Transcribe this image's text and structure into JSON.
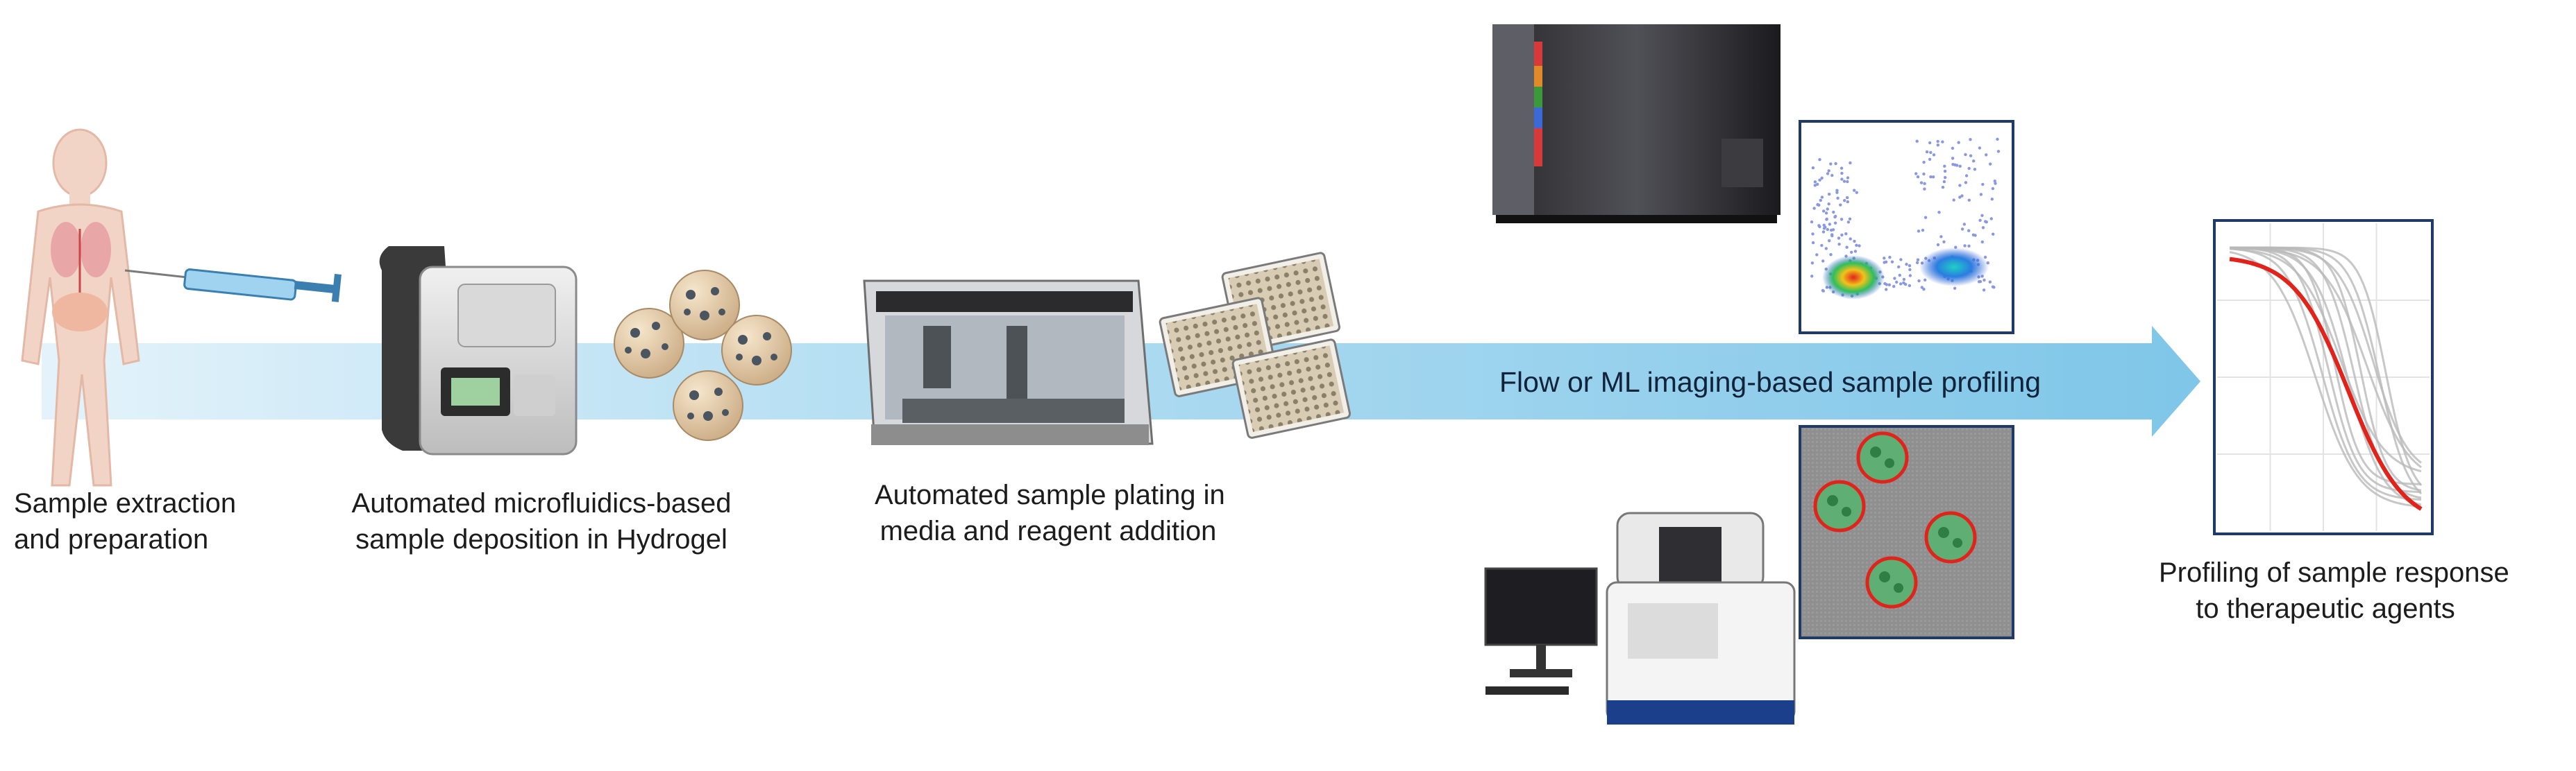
{
  "process_arrow": {
    "label": "Flow or ML imaging-based sample profiling"
  },
  "steps": [
    {
      "line1": "Sample extraction",
      "line2": "and preparation"
    },
    {
      "line1": "Automated microfluidics-based",
      "line2": "sample deposition in Hydrogel"
    },
    {
      "line1": "Automated sample plating in",
      "line2": "media and reagent addition"
    },
    {
      "line1": "Profiling of sample response",
      "line2": "to therapeutic agents"
    }
  ],
  "colors": {
    "arrow": "#7fc6e8",
    "arrow_faint": "#e4f3fb",
    "panel_border": "#1f3a66",
    "response_curve": "#e0241c",
    "gating_ring": "#e0241c"
  },
  "chart_data": {
    "type": "line",
    "grid": true,
    "highlight_series": {
      "color": "#e0241c",
      "shape": "sigmoid, decreasing"
    },
    "background_series": {
      "count": 12,
      "color": "#b9b9b9",
      "shape": "sigmoid, decreasing"
    }
  }
}
